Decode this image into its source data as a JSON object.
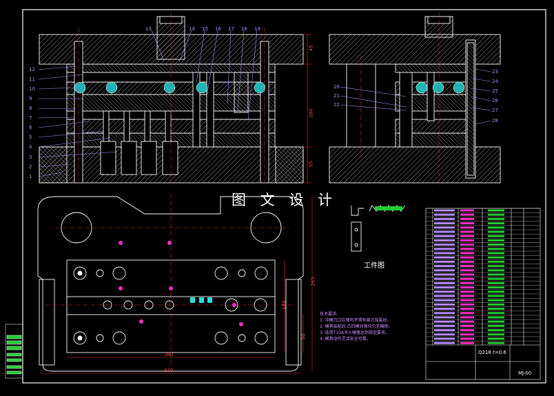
{
  "drawing": {
    "watermark": "图 文 设 计",
    "workpiece_caption": "工件图",
    "material_spec": "Q218  t=0.6",
    "drawing_number": "MJ-00"
  },
  "front_view": {
    "left_part_labels": [
      "12",
      "11",
      "10",
      "9",
      "8",
      "7",
      "6",
      "5",
      "4",
      "3",
      "2",
      "1"
    ],
    "top_part_labels": [
      "13",
      "14",
      "15",
      "16",
      "17",
      "18",
      "19"
    ],
    "dimensions": [
      "45",
      "280",
      "55"
    ]
  },
  "side_view": {
    "right_part_labels": [
      "23",
      "24",
      "25",
      "26",
      "27",
      "28"
    ],
    "left_part_labels": [
      "20",
      "21",
      "22"
    ]
  },
  "plan_view": {
    "dimensions": [
      "380",
      "410",
      "265",
      "185",
      "50"
    ]
  },
  "technical_notes": {
    "heading": "技术要求:",
    "items": [
      "1. 冲模刃口应锋利不得有崩刃及裂纹。",
      "2. 模具装配后,凸凹模间隙均匀无偏移。",
      "3. 选用T10A淬火硬度达到规定要求。",
      "4. 模具动作灵活安全可靠。"
    ]
  },
  "colors": {
    "background": "#000000",
    "outline": "#ffffff",
    "hatch": "#cfcfcf",
    "center_line": "#e03030",
    "label": "#b58cff",
    "magenta": "#ff2dc8",
    "cyan": "#25e0e0",
    "green": "#22cc33",
    "yellow": "#ffee33"
  }
}
